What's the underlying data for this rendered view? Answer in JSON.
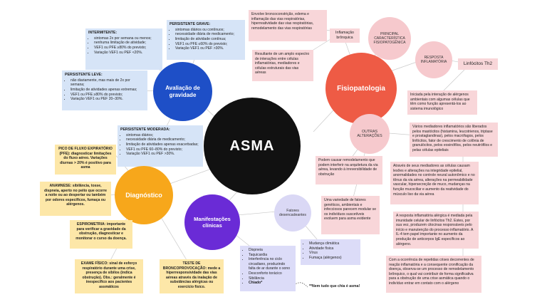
{
  "center": {
    "label": "ASMA"
  },
  "avaliacao": {
    "label": "Avaliação de gravidade",
    "intermitente": {
      "title": "INTERMITENTE:",
      "items": [
        "sintomas 2x por semana ou menos;",
        "nenhuma limitação de atividade;",
        "VEF1 ou PFE ≥80% do previsto;",
        "Variação VEF1 ou PEF <20%."
      ]
    },
    "grave": {
      "title": "PERSISTENTE GRAVE:",
      "items": [
        "sintomas diários ou contínuos;",
        "necessidade diária de medicamento;",
        "limitação de atividade contínua;",
        "VEF1 ou PFE ≤60% do previsto;",
        "Variação VEF1 ou PEF >30%."
      ]
    },
    "leve": {
      "title": "PERSISTENTE LEVE:",
      "items": [
        "não diariamente, mas mais de 2x por semana;",
        "limitação de atividades apenas extremas;",
        "VEF1 ou PFE ≥80% do previsto;",
        "Variação VEF1 ou PEF 20–30%."
      ]
    },
    "moderada": {
      "title": "PERSISTENTE MODERADA:",
      "items": [
        "sintomas diários;",
        "necessidade diária de medicamento;",
        "limitação de atividades apenas exacerbadas;",
        "VEF1 ou PFE 60–80% do previsto;",
        "Variação VEF1 ou PEF >30%."
      ]
    }
  },
  "diagnostico": {
    "label": "Diagnóstico",
    "pfe": "PICO DE FLUXO EXPIRATÓRIO (PFE): diagnosticar limitações do fluxo aéreo. Variações diurnas > 20% é positivo para asma",
    "anamnese": "ANAMNESE: sibilância, tosse, dispneia, aperto no peito que ocorre a noite ou ao despertar ou também por odores específicos, fumaça ou alérgenos.",
    "espirometria": "ESPIROMETRIA: importante para verificar a gravidade da obstrução, diagnosticar e monitorar o curso da doença.",
    "exame": "EXAME FÍSICO: sinal de esforço respiratório durante uma crise, presença de sibilos (indica obstrução). Obs.: geralmente é inespecífico aos pacientes assmáticos",
    "bronco": "TESTE DE BRONCOPROVOCAÇÃO: mede a hiperresponsividade das vias aéreas através da inalação de substâncias alérgicas ou exercício físico."
  },
  "manifestacoes": {
    "label": "Manifestações clínicas",
    "symptoms": [
      "Dispneia",
      "Taquicardia",
      "Interferência no ciclo circadiano, produzindo falta de ar durante o sono",
      "Desconforto torácico",
      "Sibilância",
      "Chiado*"
    ],
    "fatores_label": "Fatores desencadeantes",
    "fatores": [
      "Mudança climática",
      "Atividade física",
      "Vírus",
      "Fumaça (alérgenos)"
    ],
    "note": "**Nem tudo que chia é asma!"
  },
  "fisiopatologia": {
    "label": "Fisiopatologia",
    "principal_label": "PRINCIPAL CARACTERÍSTICA FISIOPATOGÊNICA",
    "inflamacao_label": "Inflamação brônquica",
    "box1": "Envolve broncoconstrição, edema e inflamação das vias respiratórias, hiperreatividade das vias respiratórias, remodelamento das vias respiratórias",
    "box2": "Resultante de um amplo espectro de interações entre células inflamatórias, mediadores e células estruturais das vias aéreas",
    "resposta_label": "RESPOSTA INFLAMATÓRIA",
    "th2_label": "Linfócitos Th2",
    "th2_text": "Iniciada pela interação de alérgenos ambientais com algumas células que têm como função apresentá-los ao sistema imunológico",
    "outras_label": "OUTRAS ALTERAÇÕES",
    "outras_1": "Podem causar remodelamento que podem interferir na arquitetura da via aérea, levando à irreversibilidade de obstrução",
    "outras_2": "Uma variedade de fatores genéticos, ambientais e infecciosos parecem modular se os indivíduos suscetíveis evoluem para asma evidente",
    "mediadores": "Vários mediadores inflamatórios são liberados pelos mastócitos (histamina, leucotrienos, triptase e prostaglandinas), pelos macrófagos, pelos linfócitos, fator de crescimento de colônia de granulócitos, pelos eosinófilos, pelos neutrófilos e pelas células epiteliais",
    "atraves": "Através de seus mediadores as células causam lesões e alterações na integridade epitelial, anormalidades no controle neural autonômico e no tônus da via aérea, alterações na permeabilidade vascular, hipersecreção de muco, mudanças na função mucociliar e aumento da reatividade do músculo liso da via aérea",
    "resposta_alergica": "A resposta inflamatória alérgica é mediada pela imunidade celular de linfócitos Th2. Estes, por sua vez, produzem citocinas responsáveis pelo início e manutenção do processo inflamatório. A IL-4 tem papel importante no aumento da produção de anticorpos IgE específicos ao alérgeno.",
    "ocorrencia": "Com a ocorrência de repetidas crises decorrentes de reação inflamatória e a consequente cronificação da doença, observa-se um processo de remodelamento brônquico, o qual vai contribuir de forma significativa para a obstrução de uma crise asmática quando o indivíduo entrar em contato com o alérgeno"
  },
  "colors": {
    "center": "#111111",
    "avaliacao": "#1e4fc7",
    "diagnostico": "#f7a71b",
    "manifestacoes": "#6a2bd6",
    "fisiopatologia": "#ee5b45",
    "pink_sub": "#f6c9cd",
    "lav_sub": "#dad8f5"
  }
}
